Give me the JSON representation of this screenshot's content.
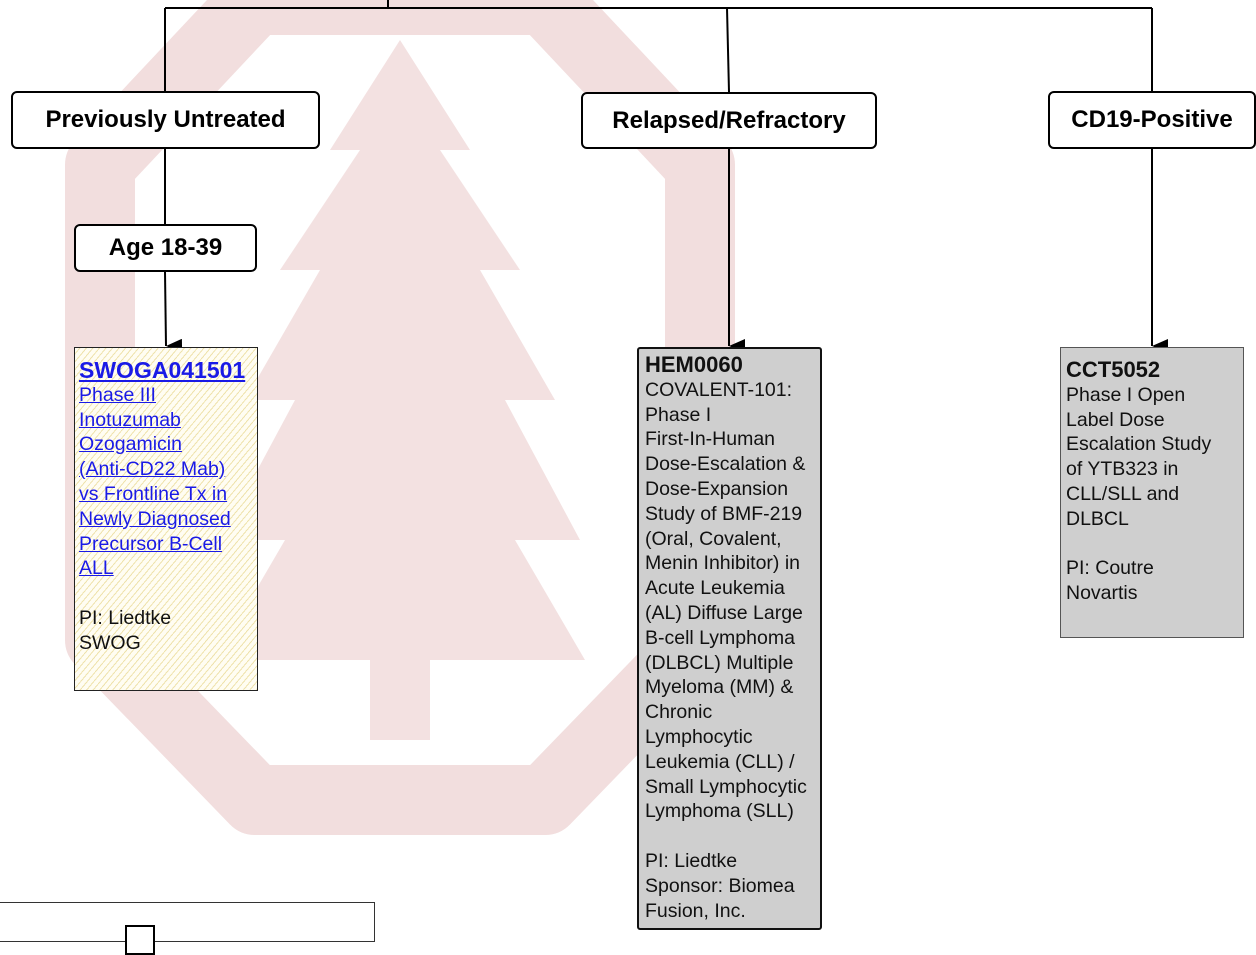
{
  "categories": {
    "untreated": "Previously Untreated",
    "relapsed": "Relapsed/Refractory",
    "cd19": "CD19-Positive",
    "age": "Age 18-39"
  },
  "trials": {
    "swog": {
      "id": "SWOGA041501",
      "title": "Phase III\nInotuzumab\nOzogamicin\n(Anti-CD22 Mab)\nvs Frontline Tx in\nNewly Diagnosed\nPrecursor B-Cell\nALL",
      "pi": "PI: Liedtke\nSWOG"
    },
    "hem": {
      "id": "HEM0060",
      "title": "COVALENT-101:\nPhase I\nFirst-In-Human\nDose-Escalation &\nDose-Expansion\nStudy of BMF-219\n(Oral, Covalent,\nMenin Inhibitor) in\nAcute Leukemia\n(AL) Diffuse Large\nB-cell Lymphoma\n(DLBCL) Multiple\nMyeloma (MM) &\nChronic\nLymphocytic\nLeukemia (CLL) /\nSmall Lymphocytic\nLymphoma (SLL)",
      "pi": "PI: Liedtke\nSponsor: Biomea\nFusion, Inc."
    },
    "cct": {
      "id": "CCT5052",
      "title": "Phase I Open\nLabel Dose\nEscalation Study\nof YTB323 in\nCLL/SLL and\nDLBCL",
      "pi": "PI: Coutre\nNovartis"
    }
  },
  "colors": {
    "link": "#1a1ae6",
    "trial_grey": "#cfcfcf",
    "hatch": "#e1cd73",
    "watermark": "#f3e1e1"
  }
}
